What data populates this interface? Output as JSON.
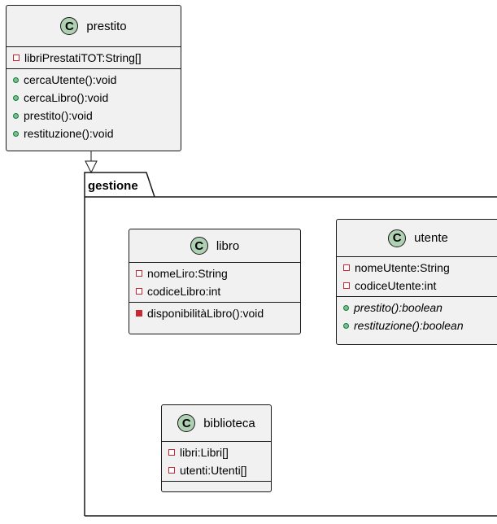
{
  "package": {
    "name": "gestione"
  },
  "classes": {
    "prestito": {
      "stereotype_letter": "C",
      "name": "prestito",
      "fields": [
        "libriPrestatiTOT:String[]"
      ],
      "methods": [
        "cercaUtente():void",
        "cercaLibro():void",
        "prestito():void",
        "restituzione():void"
      ]
    },
    "libro": {
      "stereotype_letter": "C",
      "name": "libro",
      "fields": [
        "nomeLiro:String",
        "codiceLibro:int"
      ],
      "methods": [
        "disponibilitàLibro():void"
      ]
    },
    "utente": {
      "stereotype_letter": "C",
      "name": "utente",
      "fields": [
        "nomeUtente:String",
        "codiceUtente:int"
      ],
      "methods": [
        "prestito():boolean",
        "restituzione():boolean"
      ]
    },
    "biblioteca": {
      "stereotype_letter": "C",
      "name": "biblioteca",
      "fields": [
        "libri:Libri[]",
        "utenti:Utenti[]"
      ],
      "methods": []
    }
  },
  "colors": {
    "class_fill": "#f1f1f1",
    "class_circle": "#add1b2",
    "private_marker": "#c82930",
    "public_marker": "#84be84",
    "border": "#181818"
  }
}
